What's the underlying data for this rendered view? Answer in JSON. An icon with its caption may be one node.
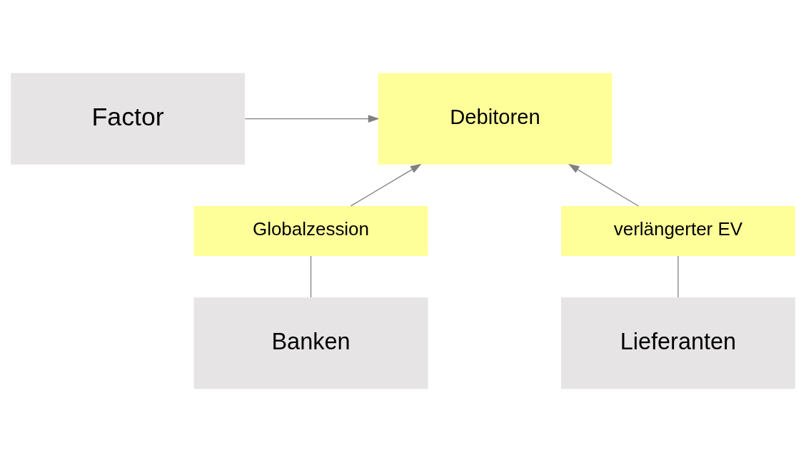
{
  "diagram": {
    "nodes": [
      {
        "text": [
          "Factor"
        ]
      },
      {
        "text": [
          "Debitoren"
        ]
      },
      {
        "text": [
          "Globalzession"
        ]
      },
      {
        "text": [
          "verlängerter EV"
        ]
      },
      {
        "text": [
          "Banken"
        ]
      },
      {
        "text": [
          "Lieferanten"
        ]
      }
    ],
    "edges": [
      {
        "from": 0,
        "to": 1,
        "arrow": "to"
      },
      {
        "from": 4,
        "to": 2,
        "arrow": "none"
      },
      {
        "from": 2,
        "to": 1,
        "arrow": "to"
      },
      {
        "from": 5,
        "to": 3,
        "arrow": "none"
      },
      {
        "from": 3,
        "to": 1,
        "arrow": "to"
      }
    ]
  }
}
